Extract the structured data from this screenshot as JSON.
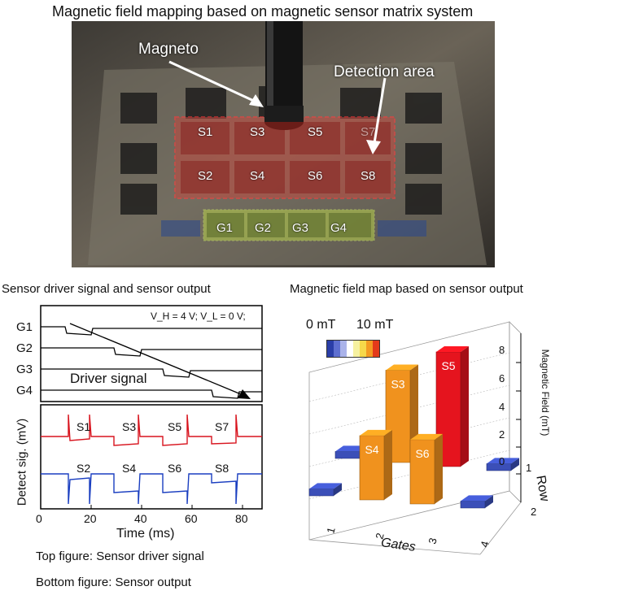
{
  "title": "Magnetic field mapping based on magnetic sensor matrix system",
  "photo": {
    "magneto_label": "Magneto",
    "detection_label": "Detection area",
    "sensors": [
      "S1",
      "S3",
      "S5",
      "S7",
      "S2",
      "S4",
      "S6",
      "S8"
    ],
    "gates": [
      "G1",
      "G2",
      "G3",
      "G4"
    ]
  },
  "left_panel": {
    "title": "Sensor driver signal and sensor output",
    "gate_labels": [
      "G1",
      "G2",
      "G3",
      "G4"
    ],
    "voltage_note": "V_H = 4 V; V_L = 0 V;",
    "driver_signal_label": "Driver signal",
    "sensor_labels_top": [
      "S1",
      "S3",
      "S5",
      "S7"
    ],
    "sensor_labels_bottom": [
      "S2",
      "S4",
      "S6",
      "S8"
    ],
    "ylabel": "Detect sig. (mV)",
    "xlabel": "Time (ms)",
    "xticks": [
      "0",
      "20",
      "40",
      "60",
      "80"
    ]
  },
  "right_panel": {
    "title": "Magnetic field map based on sensor output",
    "scale_min": "0 mT",
    "scale_max": "10 mT",
    "scale_colors": [
      "#2a3ea8",
      "#5e6fd0",
      "#aab3ea",
      "#ffffff",
      "#f6f1a0",
      "#f6d84a",
      "#f39b22",
      "#e33a1a"
    ],
    "zlabel": "Magnetic Field (mT)",
    "zticks": [
      "0",
      "2",
      "4",
      "6",
      "8"
    ],
    "xlabel": "Gates",
    "xticks": [
      "1",
      "2",
      "3",
      "4"
    ],
    "ylabel": "Row",
    "yticks": [
      "1",
      "2"
    ]
  },
  "chart_data": {
    "type": "bar",
    "title": "Magnetic field map based on sensor output",
    "xlabel": "Gates",
    "ylabel": "Row",
    "zlabel": "Magnetic Field (mT)",
    "zlim": [
      0,
      8
    ],
    "bars": [
      {
        "sensor": "S1",
        "gate": 1,
        "row": 1,
        "value": 0.5,
        "color": "#3b4fb8"
      },
      {
        "sensor": "S2",
        "gate": 1,
        "row": 2,
        "value": 0.5,
        "color": "#3b4fb8"
      },
      {
        "sensor": "S3",
        "gate": 2,
        "row": 1,
        "value": 6.6,
        "color": "#f0921e"
      },
      {
        "sensor": "S4",
        "gate": 2,
        "row": 2,
        "value": 4.6,
        "color": "#f0921e"
      },
      {
        "sensor": "S5",
        "gate": 3,
        "row": 1,
        "value": 8.2,
        "color": "#e5141e"
      },
      {
        "sensor": "S6",
        "gate": 3,
        "row": 2,
        "value": 4.6,
        "color": "#f0921e"
      },
      {
        "sensor": "S7",
        "gate": 4,
        "row": 1,
        "value": 0.5,
        "color": "#3b4fb8"
      },
      {
        "sensor": "S8",
        "gate": 4,
        "row": 2,
        "value": 0.5,
        "color": "#3b4fb8"
      }
    ]
  },
  "captions": {
    "top": "Top figure: Sensor driver signal",
    "bottom": "Bottom figure: Sensor output"
  }
}
